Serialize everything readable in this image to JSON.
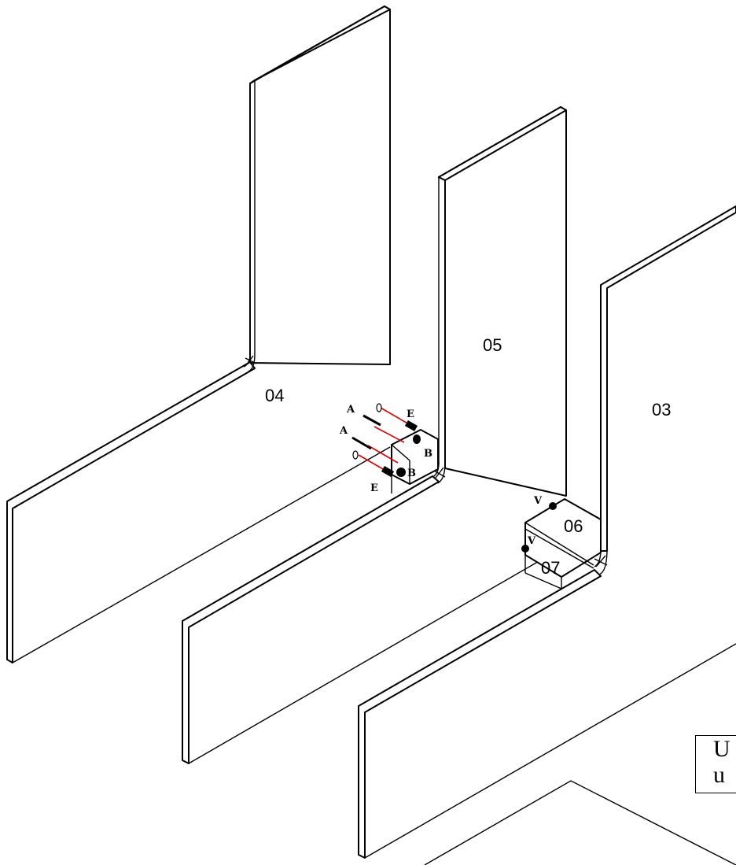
{
  "panels": [
    {
      "id": "p04",
      "label": "04"
    },
    {
      "id": "p05",
      "label": "05"
    },
    {
      "id": "p03",
      "label": "03"
    },
    {
      "id": "p06",
      "label": "06"
    },
    {
      "id": "p07",
      "label": "07"
    }
  ],
  "hardware": {
    "a1": "A",
    "a2": "A",
    "e1": "E",
    "e2": "E",
    "b1": "B",
    "b2": "B",
    "v1": "V",
    "v2": "V"
  },
  "note": {
    "line1": "U",
    "line2": "u"
  },
  "colors": {
    "line": "#000000",
    "dowel_guide": "#e00000",
    "background": "#ffffff"
  }
}
